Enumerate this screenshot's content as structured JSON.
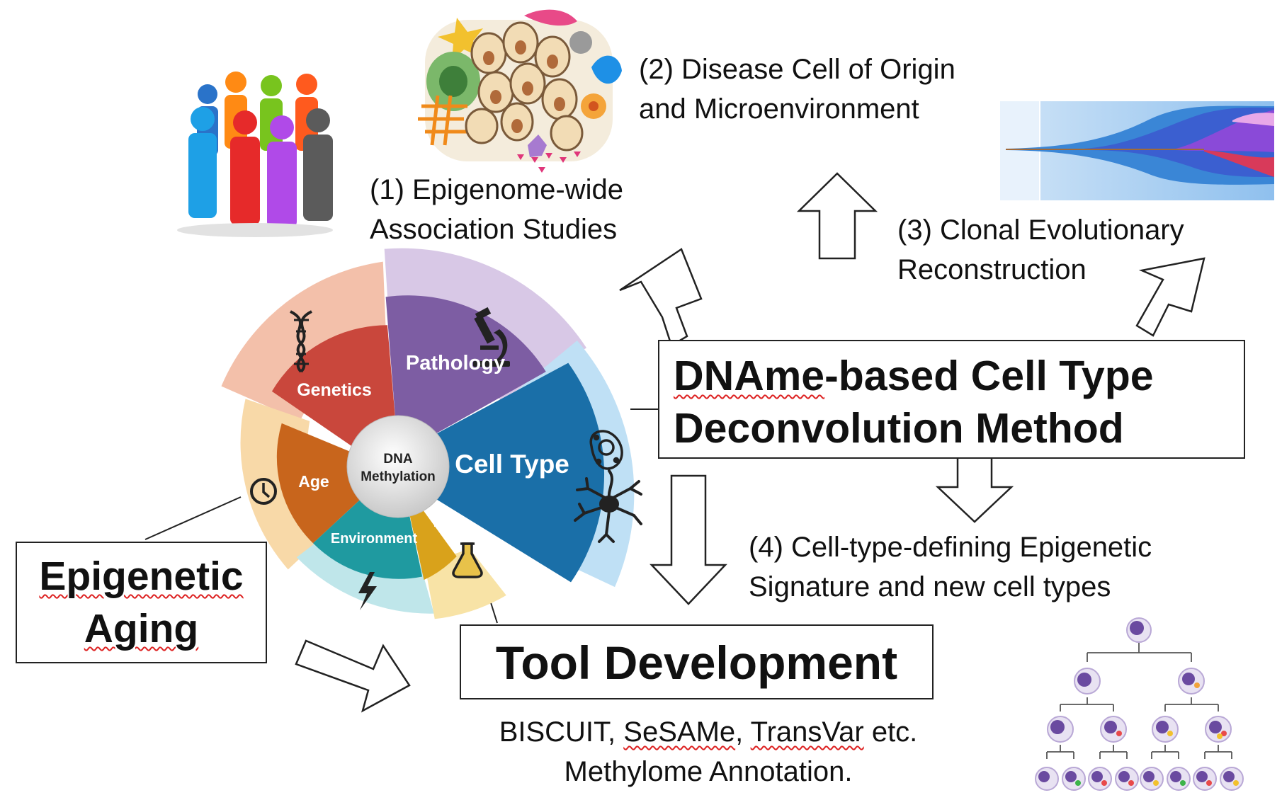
{
  "labels": {
    "ewas_line1": "(1) Epigenome-wide",
    "ewas_line2": "Association Studies",
    "origin_line1": "(2) Disease Cell of Origin",
    "origin_line2": "and Microenvironment",
    "clonal_line1": "(3) Clonal Evolutionary",
    "clonal_line2": "Reconstruction",
    "signature_line1": "(4) Cell-type-defining Epigenetic",
    "signature_line2": "Signature and new cell types",
    "tools_line1_a": "BISCUIT, ",
    "tools_line1_b": "SeSAMe",
    "tools_line1_c": ", ",
    "tools_line1_d": "TransVar",
    "tools_line1_e": " etc.",
    "tools_line2": "Methylome Annotation."
  },
  "boxes": {
    "method_line1_a": "DNAme",
    "method_line1_b": "-based Cell Type",
    "method_line2": "Deconvolution Method",
    "tool_dev": "Tool Development",
    "aging_line1": "Epigenetic",
    "aging_line2": "Aging"
  },
  "wheel": {
    "center_line1": "DNA",
    "center_line2": "Methylation",
    "seg_genetics": "Genetics",
    "seg_pathology": "Pathology",
    "seg_cell_type": "Cell Type",
    "seg_age": "Age",
    "seg_environment": "Environment",
    "seg_other": "...",
    "icons": [
      "dna-icon",
      "microscope-icon",
      "cell-icon",
      "neuron-icon",
      "clock-icon",
      "lightning-icon",
      "flask-icon"
    ]
  },
  "colors": {
    "genetics": "#c9473c",
    "pathology": "#7d5da3",
    "cell_type": "#1a6fa8",
    "age": "#c8651c",
    "environment": "#1f9aa0",
    "other": "#d9a21b"
  }
}
